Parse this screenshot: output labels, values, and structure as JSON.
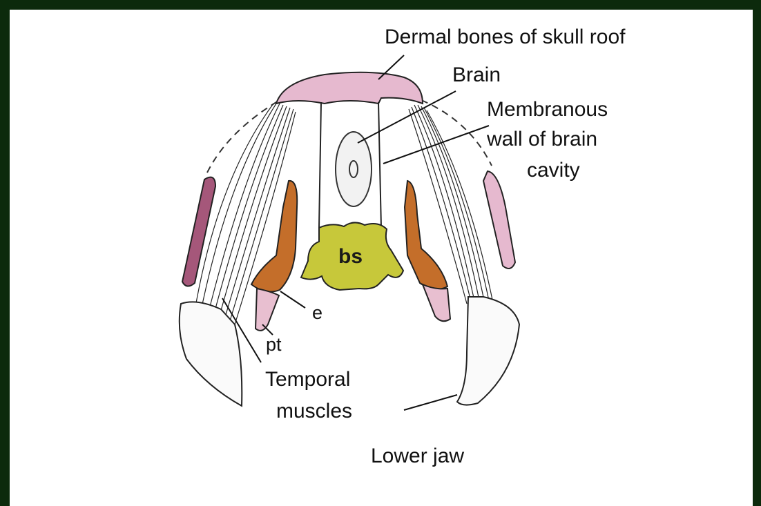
{
  "labels": {
    "dermal": "Dermal bones of skull roof",
    "brain": "Brain",
    "membranous_1": "Membranous",
    "membranous_2": "wall of brain",
    "membranous_3": "cavity",
    "bs": "bs",
    "e": "e",
    "pt": "pt",
    "temporal_1": "Temporal",
    "temporal_2": "muscles",
    "lower_jaw": "Lower jaw"
  },
  "colors": {
    "border": "#0c2a0c",
    "dermal_bone": "#e6b9cf",
    "lateral_bone": "#a5577a",
    "epipterygoid": "#c46e2a",
    "basisphenoid": "#c7c83a",
    "pterygoid": "#e8bfd0"
  }
}
